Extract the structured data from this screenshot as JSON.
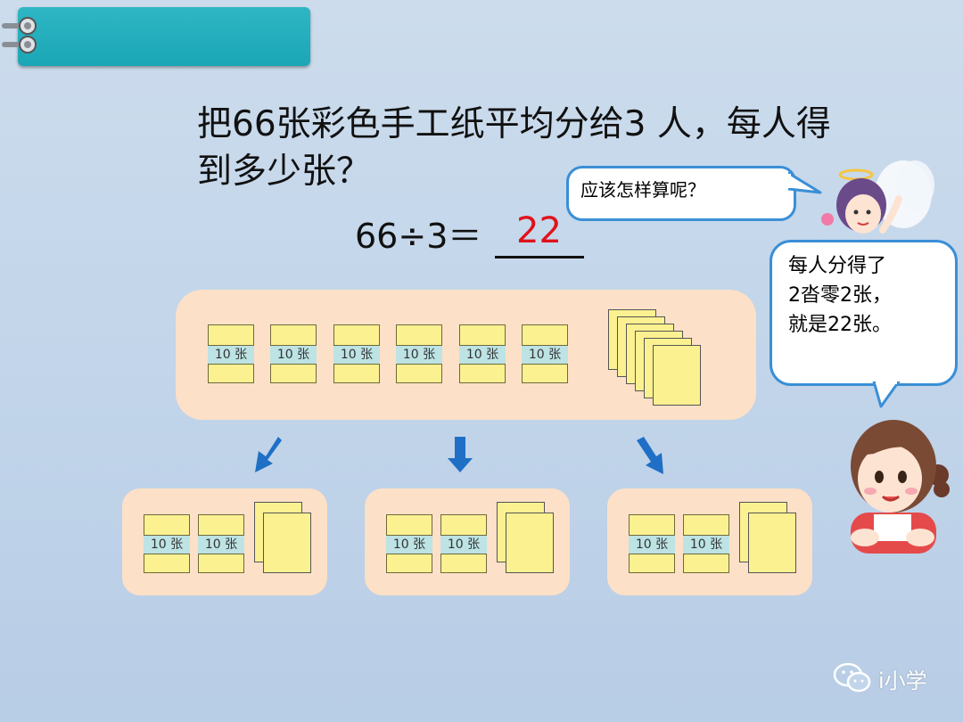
{
  "question": {
    "text": "把66张彩色手工纸平均分给3 人，每人得\n到多少张？"
  },
  "equation": {
    "expression": "66÷3＝",
    "answer": "22"
  },
  "bubbles": {
    "angel_text": "应该怎样算呢？",
    "girl_text": "每人分得了\n2沓零2张，\n就是22张。"
  },
  "bundle_label": "10 张",
  "watermark": {
    "icon": "wechat-icon",
    "text": "i小学"
  },
  "colors": {
    "header_tab": "#1aa6b6",
    "panel": "#fde0c8",
    "paper": "#fcf191",
    "band": "#bde3e4",
    "arrow": "#1f6fc6",
    "answer": "#e0121b",
    "bubble_border": "#3a8fd6"
  }
}
